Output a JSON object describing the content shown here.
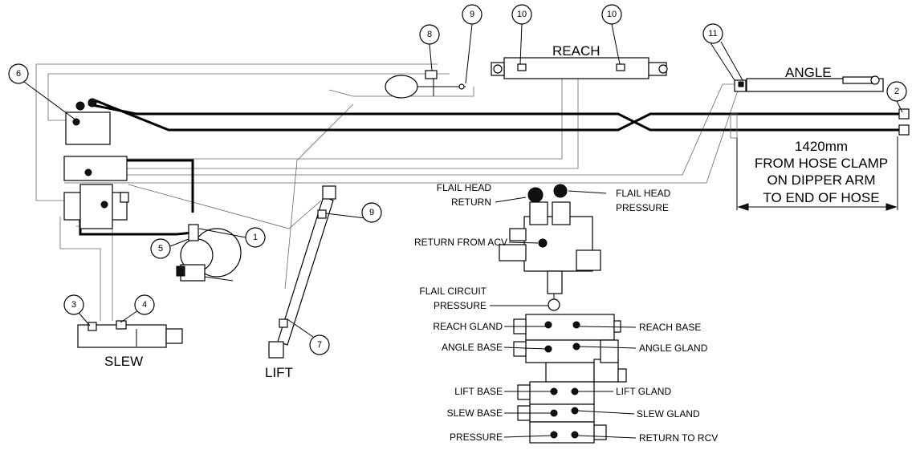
{
  "section_labels": {
    "reach": "REACH",
    "angle": "ANGLE",
    "slew": "SLEW",
    "lift": "LIFT"
  },
  "dimension": {
    "line1": "1420mm",
    "line2": "FROM HOSE CLAMP",
    "line3": "ON DIPPER ARM",
    "line4": "TO END OF HOSE"
  },
  "callouts": [
    "1",
    "2",
    "3",
    "4",
    "5",
    "6",
    "7",
    "8",
    "9",
    "9",
    "10",
    "10",
    "11"
  ],
  "port_labels": {
    "flail_head_return_1": "FLAIL HEAD",
    "flail_head_return_2": "RETURN",
    "flail_head_pressure_1": "FLAIL HEAD",
    "flail_head_pressure_2": "PRESSURE",
    "return_from_acv": "RETURN FROM ACV",
    "flail_circuit_pressure_1": "FLAIL CIRCUIT",
    "flail_circuit_pressure_2": "PRESSURE",
    "reach_gland": "REACH GLAND",
    "reach_base": "REACH BASE",
    "angle_base": "ANGLE BASE",
    "angle_gland": "ANGLE GLAND",
    "lift_base": "LIFT BASE",
    "lift_gland": "LIFT GLAND",
    "slew_base": "SLEW BASE",
    "slew_gland": "SLEW GLAND",
    "pressure": "PRESSURE",
    "return_to_rcv": "RETURN TO RCV"
  },
  "colors": {
    "line": "#000000",
    "background": "#ffffff"
  }
}
